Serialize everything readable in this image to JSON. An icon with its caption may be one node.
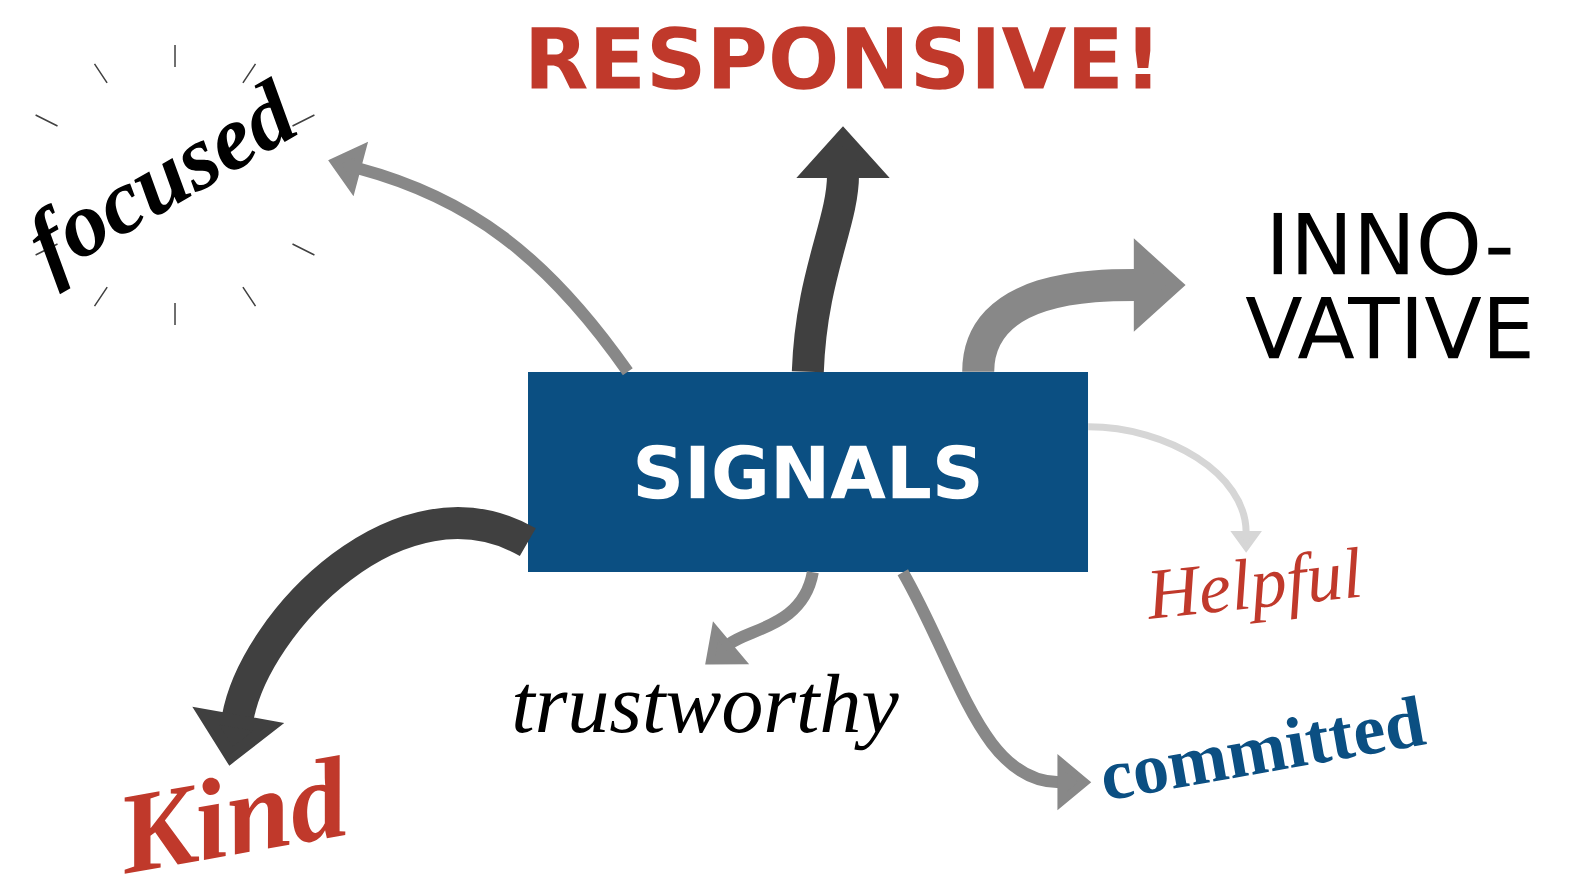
{
  "diagram": {
    "nodes": [
      {
        "text": [
          "RESPONSIVE!"
        ]
      },
      {
        "text": [
          "focused"
        ]
      },
      {
        "text": [
          "INNO- VATIVE"
        ]
      },
      {
        "text": [
          "SIGNALS"
        ]
      },
      {
        "text": [
          "Helpful"
        ]
      },
      {
        "text": [
          "Kind"
        ]
      },
      {
        "text": [
          "trustworthy"
        ]
      },
      {
        "text": [
          "committed"
        ]
      }
    ],
    "edges": [
      {
        "from": 3,
        "to": 0,
        "arrow": "to",
        "style": "thick",
        "color": "#404040"
      },
      {
        "from": 3,
        "to": 1,
        "arrow": "to"
      },
      {
        "from": 3,
        "to": 2,
        "arrow": "to",
        "style": "thick"
      },
      {
        "from": 3,
        "to": 4,
        "arrow": "to",
        "color": "#d6d6d6"
      },
      {
        "from": 3,
        "to": 5,
        "arrow": "to",
        "style": "thick",
        "color": "#404040"
      },
      {
        "from": 3,
        "to": 6,
        "arrow": "to"
      },
      {
        "from": 3,
        "to": 7,
        "arrow": "to"
      }
    ]
  }
}
